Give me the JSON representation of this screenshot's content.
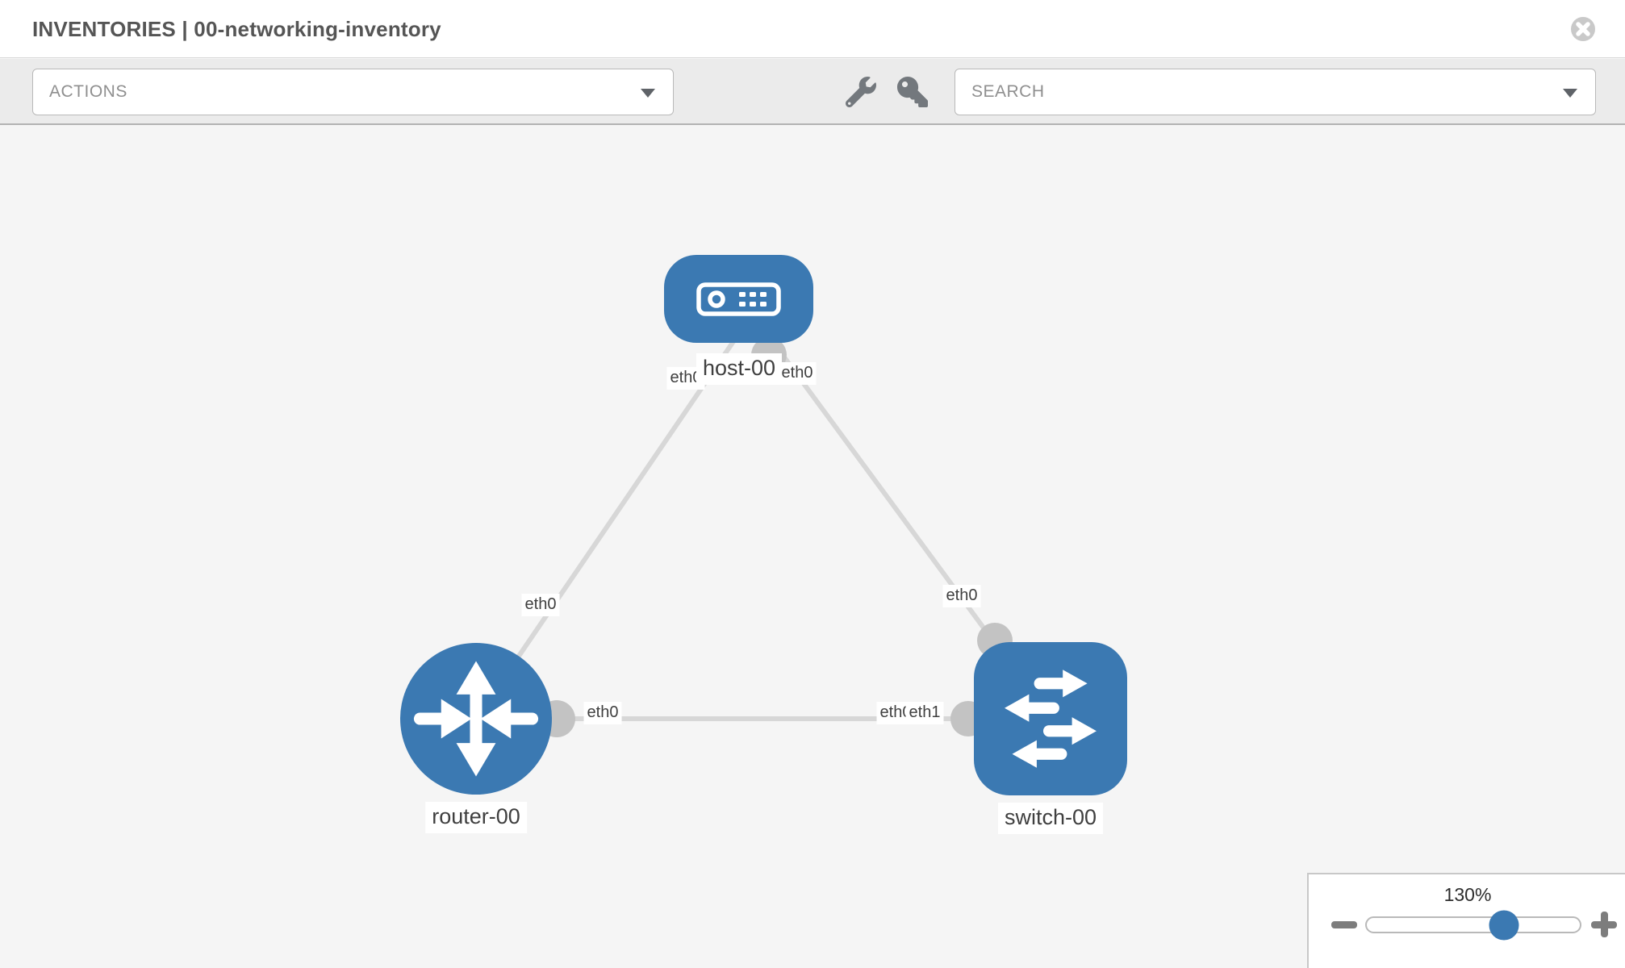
{
  "header": {
    "title": "INVENTORIES | 00-networking-inventory"
  },
  "toolbar": {
    "actions": {
      "label": "ACTIONS"
    },
    "search": {
      "label": "SEARCH"
    },
    "tools": [
      {
        "icon": "wrench-icon"
      },
      {
        "icon": "key-icon"
      }
    ]
  },
  "topology": {
    "nodes": [
      {
        "label": "host-00",
        "type": "host"
      },
      {
        "label": "router-00",
        "type": "router"
      },
      {
        "label": "switch-00",
        "type": "switch"
      }
    ],
    "links": [
      {
        "from": "host-00",
        "from_if": "eth0",
        "to": "router-00",
        "to_if": "eth0"
      },
      {
        "from": "host-00",
        "from_if": "eth0",
        "to": "switch-00",
        "to_if": "eth0"
      },
      {
        "from": "router-00",
        "from_if": "eth0",
        "to": "switch-00",
        "to_if": "eth1"
      }
    ],
    "iface_labels": [
      {
        "text": "eth0"
      },
      {
        "text": "eth0"
      },
      {
        "text": "eth0"
      },
      {
        "text": "eth0"
      },
      {
        "text": "eth0"
      },
      {
        "text": "eth0"
      },
      {
        "text": "eth1"
      }
    ]
  },
  "zoom_control": {
    "level": "130%",
    "percent": 64.5
  },
  "colors": {
    "node_blue": "#3b79b2",
    "link_gray": "#d7d7d7",
    "connector_gray": "#c3c3c3",
    "toolbar_bg": "#ebebeb",
    "canvas_bg": "#f5f5f5"
  }
}
